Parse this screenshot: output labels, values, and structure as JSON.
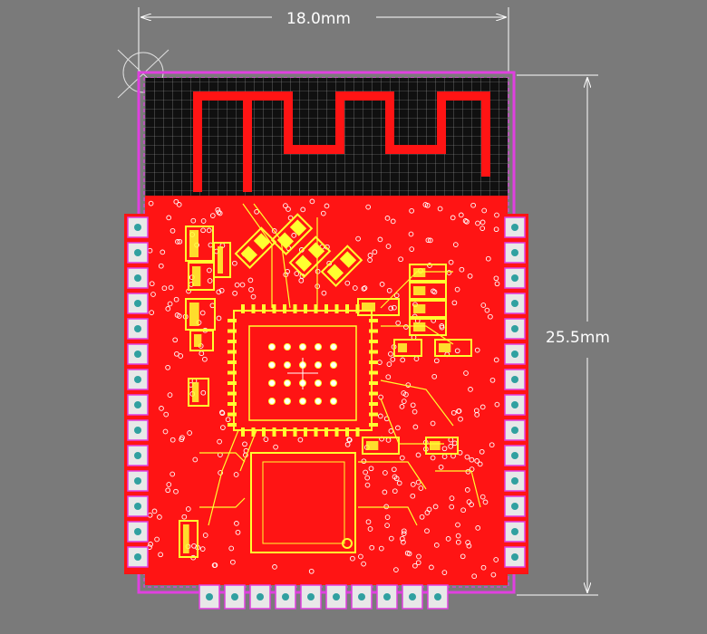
{
  "dimensions": {
    "width_label": "18.0mm",
    "height_label": "25.5mm"
  },
  "colors": {
    "background": "#7a7a7a",
    "board_copper": "#ff1414",
    "antenna_keepout": "#101010",
    "board_outline": "#e040e0",
    "silkscreen": "#ffff30",
    "pad": "#e8e8e8",
    "via": "#c8c8ff",
    "dimension_line": "#ffffff"
  },
  "icons": {
    "origin_marker": "crosshair-circle-icon"
  },
  "pads": {
    "left_count": 14,
    "right_count": 14,
    "bottom_count": 10
  }
}
